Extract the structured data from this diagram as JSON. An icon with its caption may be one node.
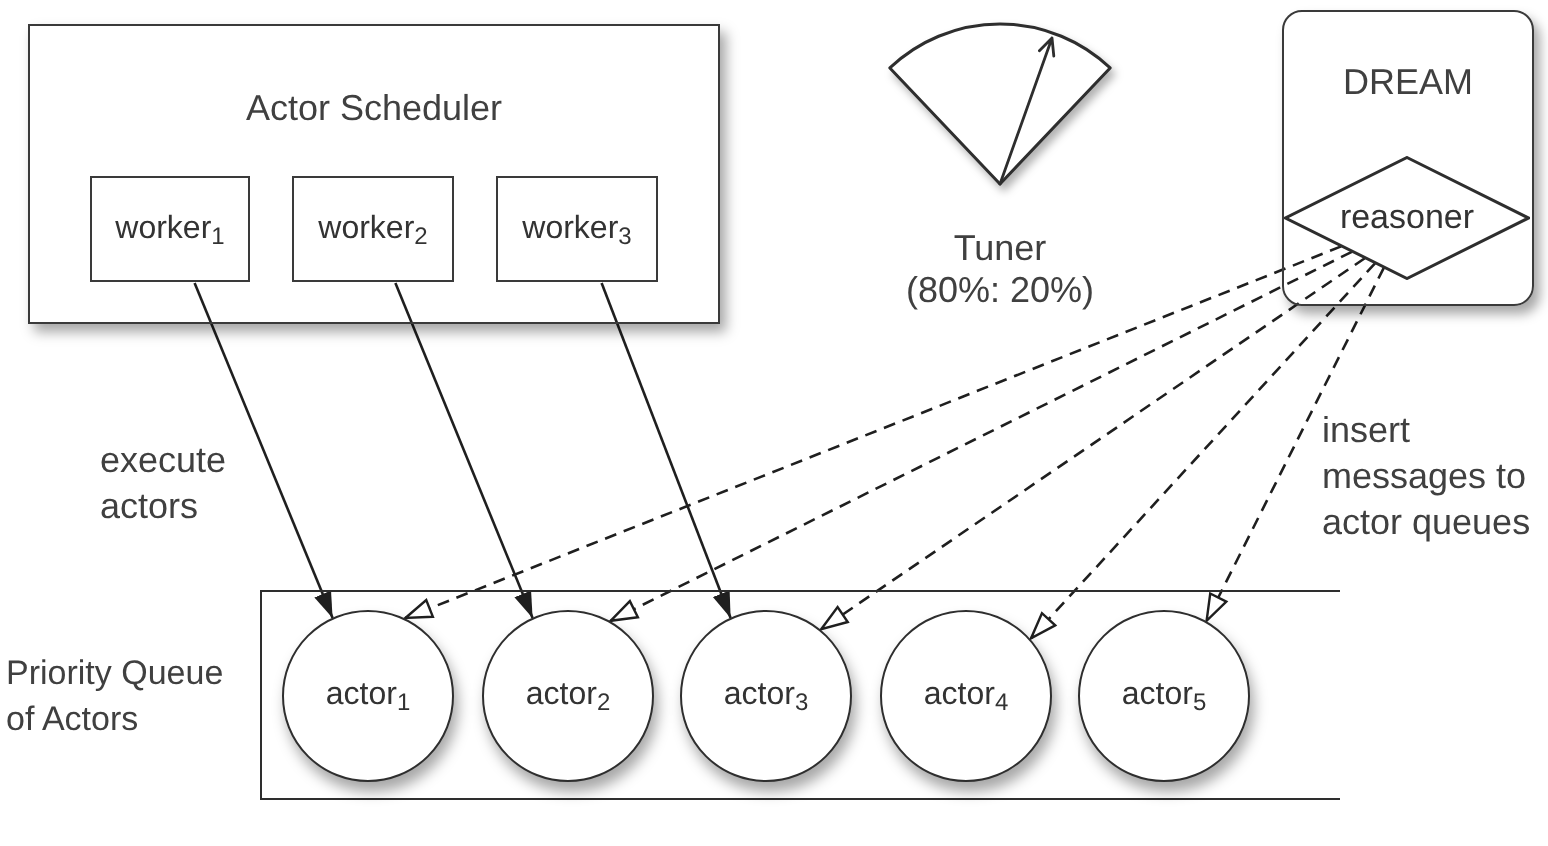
{
  "diagram": {
    "nodes": [
      {
        "text": [
          "Actor Scheduler"
        ]
      },
      {
        "text": [
          "worker$_{1}$"
        ],
        "in": 0
      },
      {
        "text": [
          "worker$_{2}$"
        ],
        "in": 0
      },
      {
        "text": [
          "worker$_{3}$"
        ],
        "in": 0
      },
      {
        "text": [
          "Tuner (80%: 20%)"
        ]
      },
      {
        "text": [
          "DREAM"
        ]
      },
      {
        "text": [
          "reasoner"
        ],
        "in": 5
      },
      {
        "text": [
          "Priority Queue of Actors"
        ]
      },
      {
        "text": [
          "actor$_{1}$"
        ],
        "in": 7
      },
      {
        "text": [
          "actor$_{2}$"
        ],
        "in": 7
      },
      {
        "text": [
          "actor$_{3}$"
        ],
        "in": 7
      },
      {
        "text": [
          "actor$_{4}$"
        ],
        "in": 7
      },
      {
        "text": [
          "actor$_{5}$"
        ],
        "in": 7
      }
    ],
    "edges": [
      {
        "from": 1,
        "to": 8,
        "arrow": "to"
      },
      {
        "from": 2,
        "to": 9,
        "arrow": "to"
      },
      {
        "from": 3,
        "to": 10,
        "arrow": "to"
      },
      {
        "from": 6,
        "to": 8,
        "arrow": "to",
        "style": "dashed"
      },
      {
        "from": 6,
        "to": 9,
        "arrow": "to",
        "style": "dashed"
      },
      {
        "from": 6,
        "to": 10,
        "arrow": "to",
        "style": "dashed"
      },
      {
        "from": 6,
        "to": 11,
        "arrow": "to",
        "style": "dashed"
      },
      {
        "from": 6,
        "to": 12,
        "arrow": "to",
        "style": "dashed"
      }
    ],
    "labels": [
      "execute actors",
      "insert messages to actor queues"
    ]
  }
}
